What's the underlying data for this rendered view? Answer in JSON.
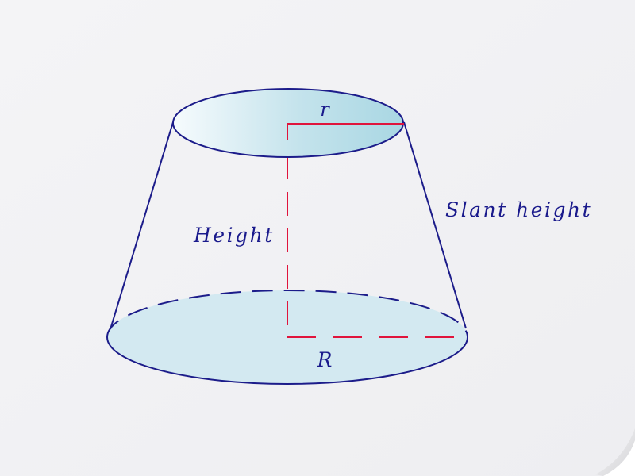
{
  "diagram": {
    "labels": {
      "top_radius": "r",
      "bottom_radius": "R",
      "height": "Height",
      "slant_height": "Slant height"
    },
    "colors": {
      "outline": "#1c1c8a",
      "measure_lines": "#e0143c",
      "top_fill_light": "#f6fbfd",
      "top_fill_dark": "#a9d7e3",
      "base_fill": "#d3e9f1",
      "background": "#f2f2f4"
    }
  }
}
